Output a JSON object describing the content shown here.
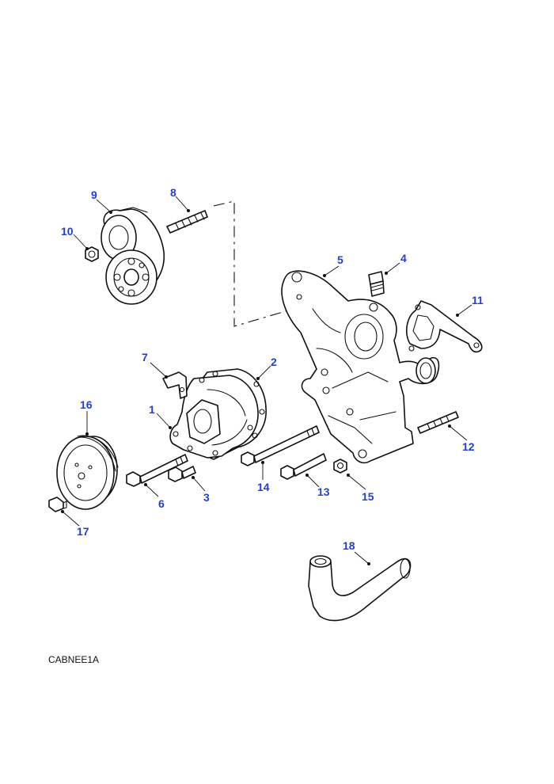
{
  "diagram": {
    "reference_code": "CABNEE1A",
    "callouts": [
      "1",
      "2",
      "3",
      "4",
      "5",
      "6",
      "7",
      "8",
      "9",
      "10",
      "11",
      "12",
      "13",
      "14",
      "15",
      "16",
      "17",
      "18"
    ]
  }
}
